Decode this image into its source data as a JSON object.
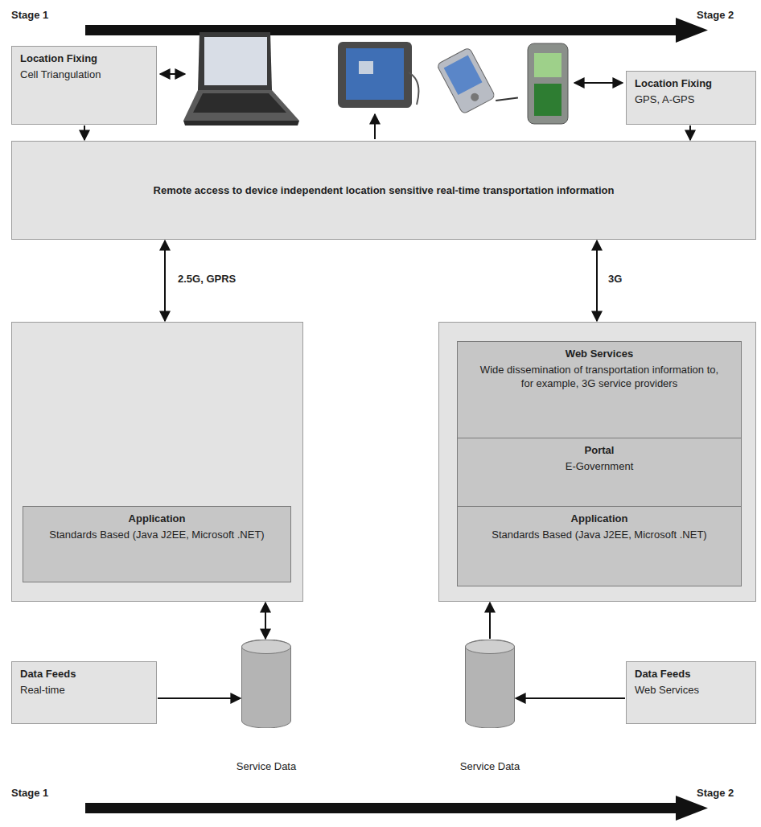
{
  "diagram": {
    "nodes": [
      {
        "text": [
          "Location Fixing",
          "Cell Triangulation"
        ]
      },
      {
        "text": [
          "Location Fixing",
          "GPS, A-GPS"
        ]
      },
      {
        "text": [
          "Remote access to device independent location sensitive real-time transportation information"
        ]
      },
      {
        "text": []
      },
      {
        "text": [
          "Application",
          "Standards Based (Java J2EE, Microsoft .NET)"
        ],
        "in": 3
      },
      {
        "text": []
      },
      {
        "text": [
          "Web Services",
          "Wide dissemination of transportation information to, for example, 3G service providers"
        ],
        "in": 5
      },
      {
        "text": [
          "Portal",
          "E-Government"
        ],
        "in": 5
      },
      {
        "text": [
          "Application",
          "Standards Based (Java J2EE, Microsoft .NET)"
        ],
        "in": 5
      },
      {
        "text": [
          "Data Feeds",
          "Real-time"
        ]
      },
      {
        "text": [
          "Service Data"
        ]
      },
      {
        "text": [
          "Service Data"
        ]
      },
      {
        "text": [
          "Data Feeds",
          "Web Services"
        ]
      }
    ],
    "edges": [
      {
        "from": 0,
        "to": 2,
        "arrow": "to"
      },
      {
        "from": 1,
        "to": 2,
        "arrow": "to"
      },
      {
        "from": 2,
        "to": 3,
        "label": "2.5G, GPRS",
        "arrow": "both"
      },
      {
        "from": 2,
        "to": 5,
        "label": "3G",
        "arrow": "both"
      },
      {
        "from": 3,
        "to": 10,
        "arrow": "both"
      },
      {
        "from": 9,
        "to": 10,
        "arrow": "to"
      },
      {
        "from": 11,
        "to": 5,
        "arrow": "to"
      },
      {
        "from": 12,
        "to": 11,
        "arrow": "to"
      }
    ],
    "labels": [
      "Stage 1",
      "Stage 2",
      "Stage 1",
      "Stage 2"
    ]
  }
}
